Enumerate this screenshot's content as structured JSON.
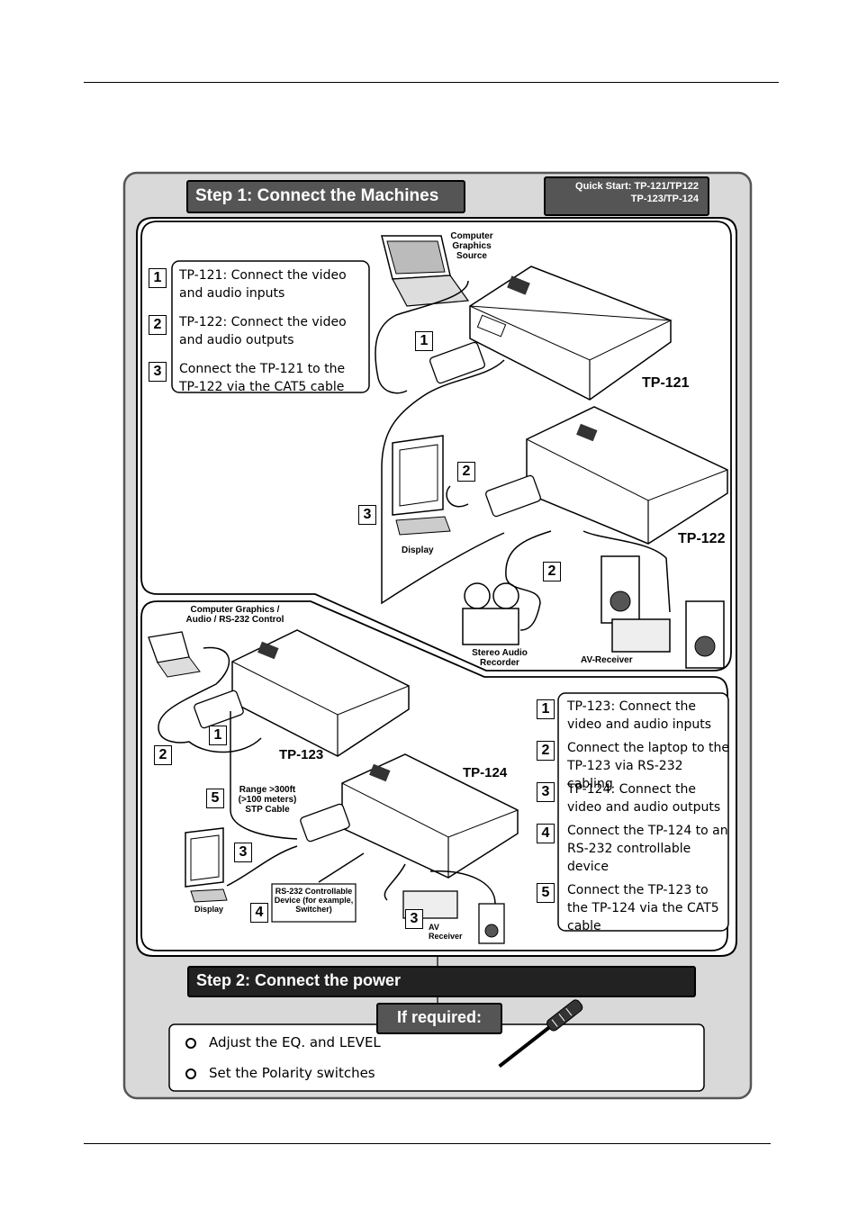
{
  "title_banner": "Step 1: Connect the Machines",
  "quick_start": {
    "line1": "Quick Start:  TP-121/TP122",
    "line2": "TP-123/TP-124"
  },
  "upper_steps": [
    {
      "num": "1",
      "text": "TP-121: Connect the video and audio inputs"
    },
    {
      "num": "2",
      "text": "TP-122: Connect the video and audio outputs"
    },
    {
      "num": "3",
      "text": "Connect the TP-121 to the TP-122 via the CAT5 cable"
    }
  ],
  "upper_labels": {
    "source": "Computer Graphics Source",
    "tp121": "TP-121",
    "tp122": "TP-122",
    "display": "Display",
    "recorder": "Stereo Audio Recorder",
    "avreceiver": "AV-Receiver",
    "n1": "1",
    "n2a": "2",
    "n2b": "2",
    "n3": "3"
  },
  "lower_steps": [
    {
      "num": "1",
      "text": "TP-123: Connect the video and audio inputs"
    },
    {
      "num": "2",
      "text": "Connect the laptop to the TP-123 via RS-232 cabling"
    },
    {
      "num": "3",
      "text": "TP-124: Connect the video and audio outputs"
    },
    {
      "num": "4",
      "text": "Connect the TP-124 to an RS-232 controllable device"
    },
    {
      "num": "5",
      "text": "Connect the TP-123 to the TP-124 via the CAT5 cable"
    }
  ],
  "lower_labels": {
    "control": "Computer Graphics / Audio / RS-232 Control",
    "tp123": "TP-123",
    "tp124": "TP-124",
    "range": "Range >300ft (>100 meters) STP Cable",
    "display": "Display",
    "rs232": "RS-232 Controllable Device (for example, Switcher)",
    "av": "AV Receiver",
    "n1": "1",
    "n2": "2",
    "n3a": "3",
    "n3b": "3",
    "n4": "4",
    "n5": "5"
  },
  "step2_banner": "Step 2: Connect the power",
  "if_required": "If required:",
  "bullets": [
    "Adjust the EQ. and LEVEL",
    "Set the Polarity switches"
  ]
}
